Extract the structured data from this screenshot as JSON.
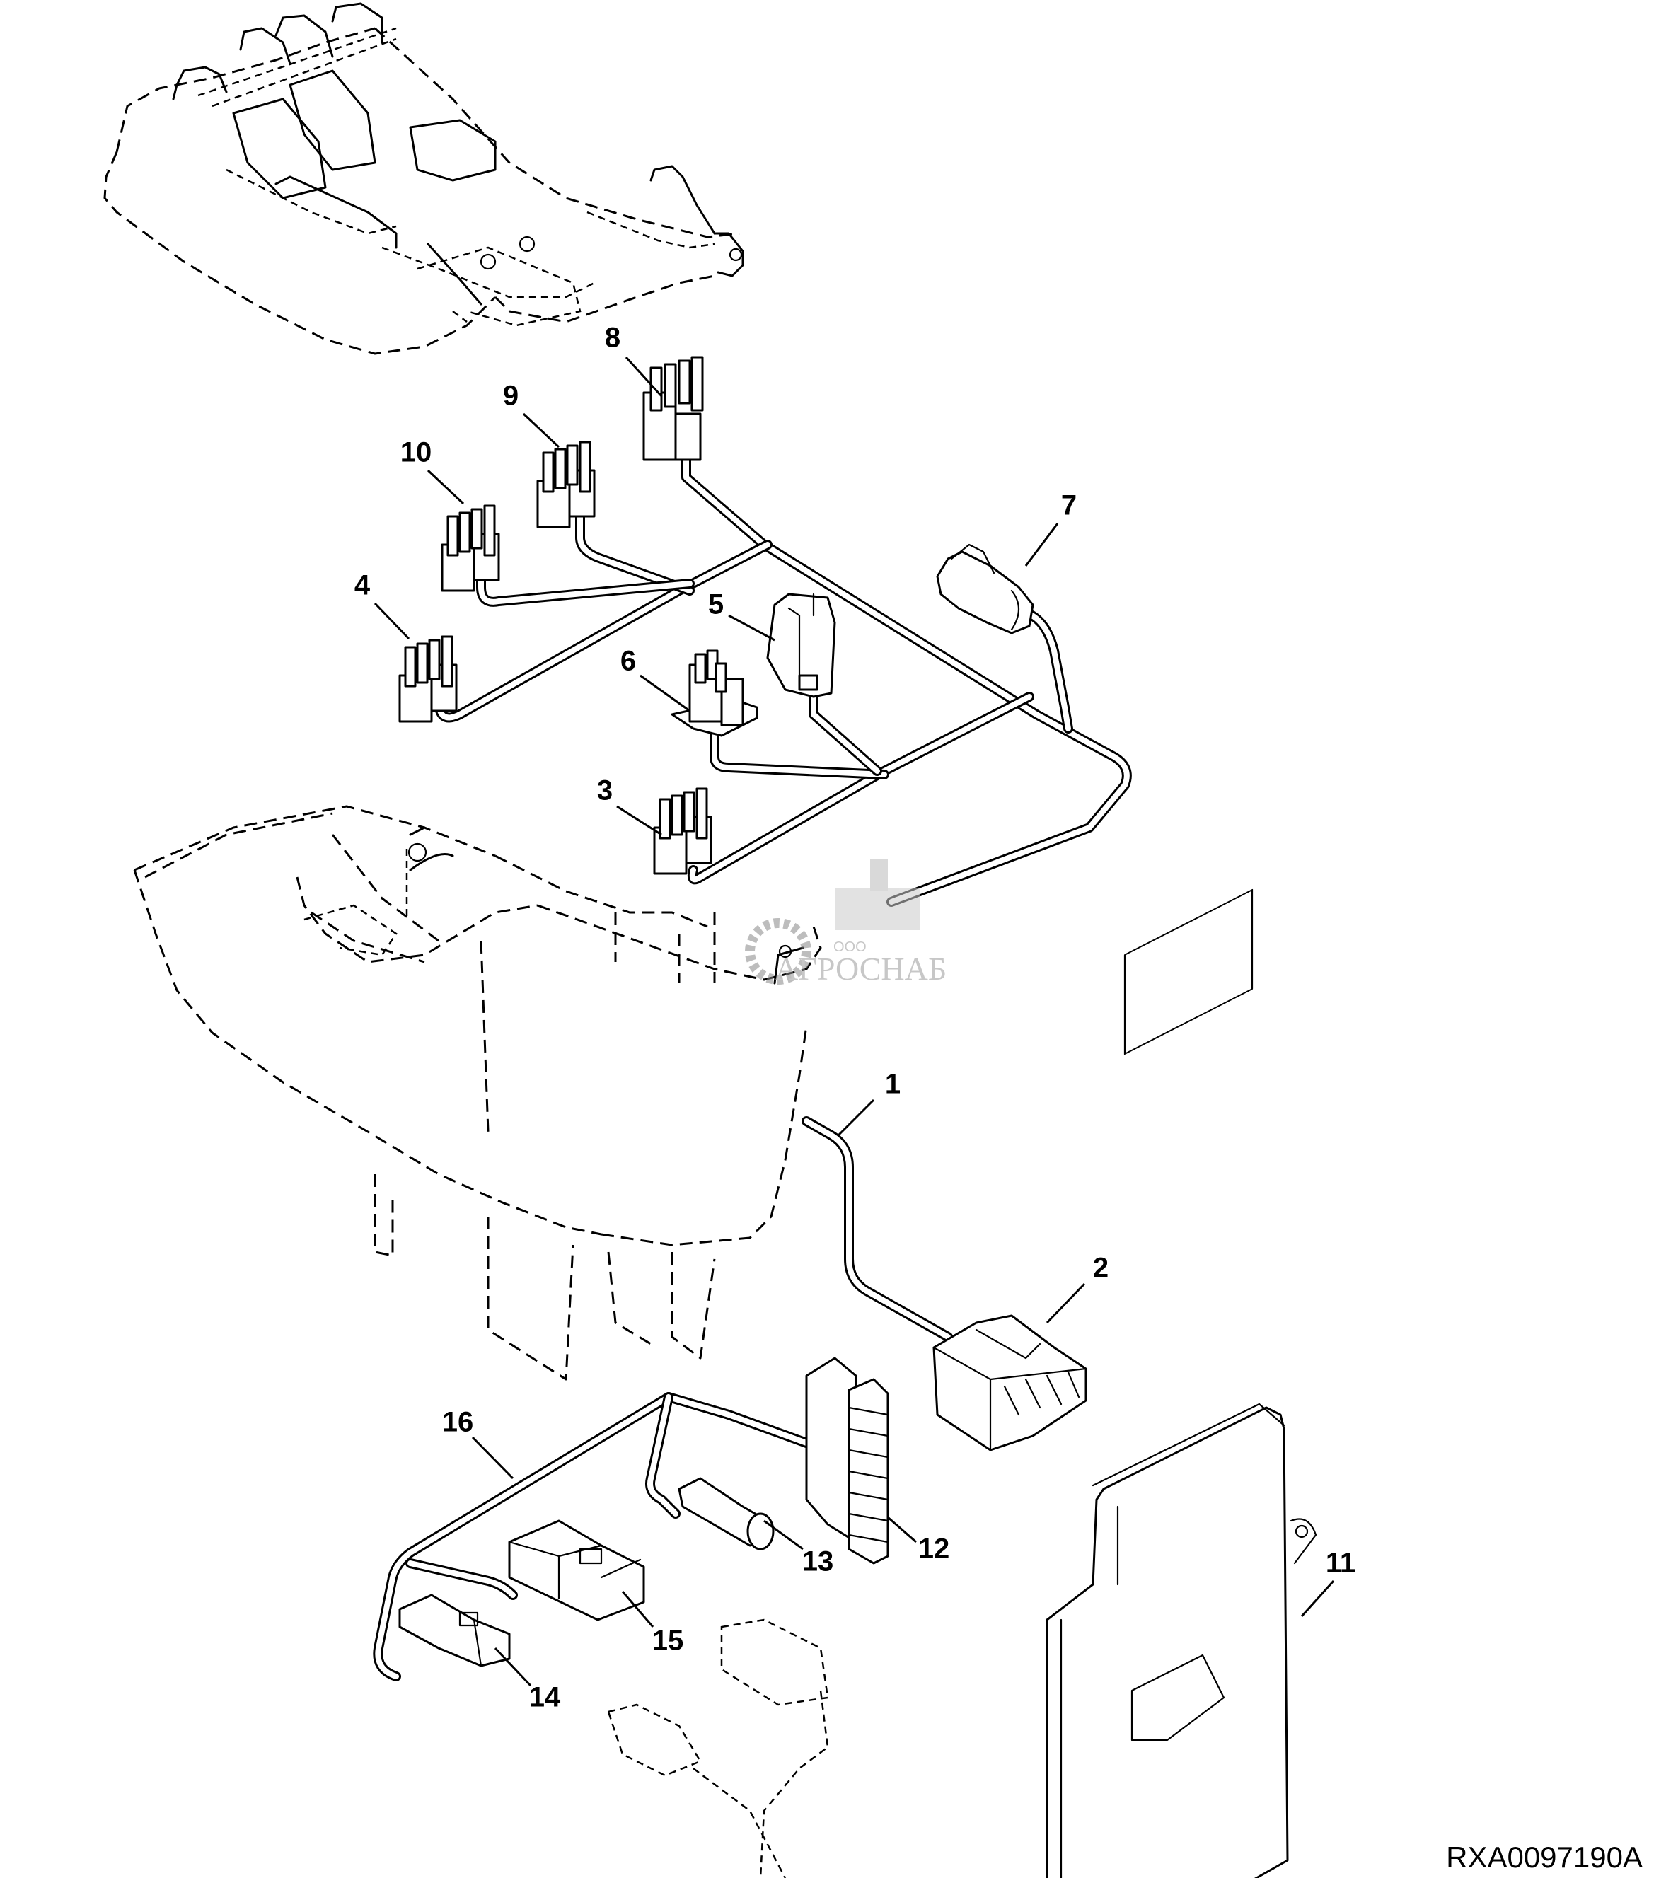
{
  "diagram": {
    "type": "exploded parts diagram - wiring harness and control console",
    "figure_id": "RXA0097190A",
    "watermark": {
      "prefix": "ООО",
      "name": "АГРОСНАБ"
    },
    "callouts": [
      {
        "number": "1",
        "part": "wiring-harness-main"
      },
      {
        "number": "2",
        "part": "connector-multi-pin"
      },
      {
        "number": "3",
        "part": "connector-4-pin"
      },
      {
        "number": "4",
        "part": "connector-4-pin"
      },
      {
        "number": "5",
        "part": "connector-latch"
      },
      {
        "number": "6",
        "part": "connector-with-flange"
      },
      {
        "number": "7",
        "part": "connector-sealed"
      },
      {
        "number": "8",
        "part": "connector-4-pin"
      },
      {
        "number": "9",
        "part": "connector-4-pin"
      },
      {
        "number": "10",
        "part": "connector-4-pin"
      },
      {
        "number": "11",
        "part": "control-unit-bracket"
      },
      {
        "number": "12",
        "part": "connector-block"
      },
      {
        "number": "13",
        "part": "connector-round"
      },
      {
        "number": "14",
        "part": "connector-latch-small"
      },
      {
        "number": "15",
        "part": "connector-housing"
      },
      {
        "number": "16",
        "part": "wiring-harness-secondary"
      }
    ]
  }
}
